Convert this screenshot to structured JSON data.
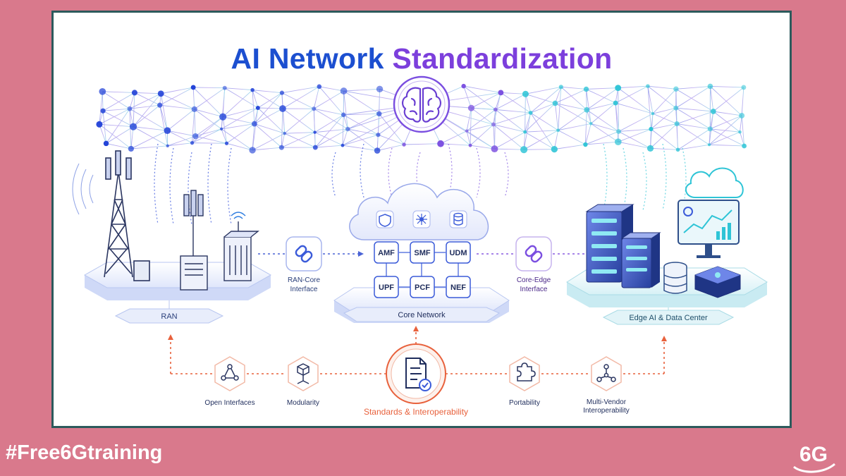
{
  "title": {
    "part1": "AI Network",
    "part2": "Standardization"
  },
  "footer": {
    "hashtag": "#Free6Gtraining",
    "logo_text": "6G"
  },
  "platforms": {
    "ran": "RAN",
    "core": "Core Network",
    "edge": "Edge AI & Data Center"
  },
  "interfaces": {
    "ran_core": [
      "RAN-Core",
      "Interface"
    ],
    "core_edge": [
      "Core-Edge",
      "Interface"
    ]
  },
  "core_functions": [
    "AMF",
    "SMF",
    "UDM",
    "UPF",
    "PCF",
    "NEF"
  ],
  "principles": {
    "open_interfaces": "Open Interfaces",
    "modularity": "Modularity",
    "standards": "Standards & Interoperability",
    "portability": "Portability",
    "multi_vendor": [
      "Multi-Vendor",
      "Interoperability"
    ]
  },
  "icons": {
    "brain": "brain-icon",
    "link": "link-icon",
    "shield": "shield-icon",
    "network": "network-node-icon",
    "database": "database-icon",
    "document": "document-check-icon",
    "puzzle": "puzzle-icon",
    "cube": "cube-icon",
    "tower": "cell-tower-icon",
    "server": "server-rack-icon",
    "cloud": "cloud-icon",
    "monitor": "analytics-monitor-icon"
  },
  "colors": {
    "background": "#d9798c",
    "frame": "#2c5a5c",
    "title_blue": "#1c4fd0",
    "title_purple": "#7c3fdc",
    "mesh_blue": "#2343d8",
    "mesh_purple": "#7b4fe0",
    "mesh_teal": "#2ec4d6",
    "orange": "#e8613c"
  }
}
